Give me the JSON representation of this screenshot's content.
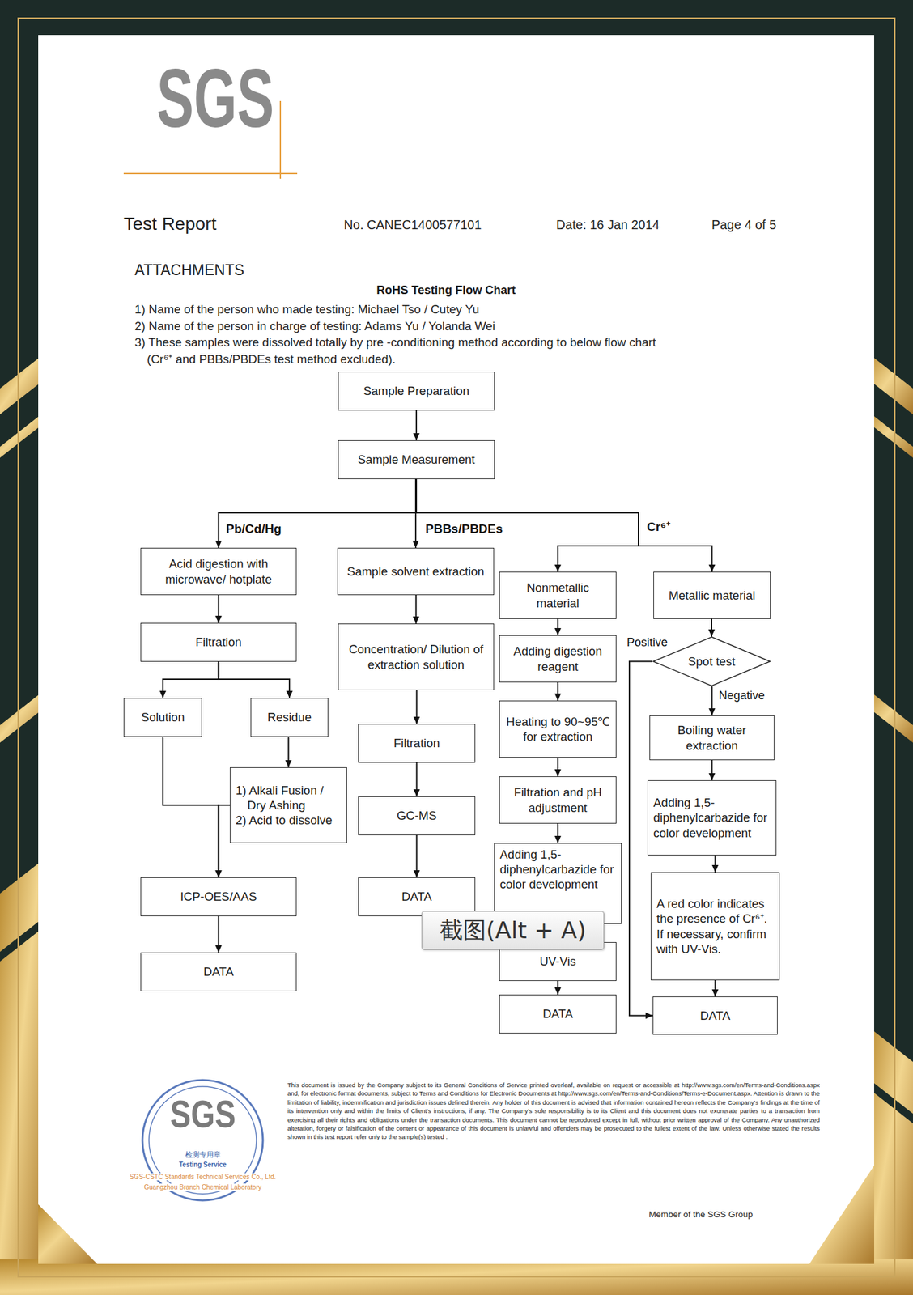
{
  "diagram": {
    "title": "RoHS Testing Flow Chart",
    "nodes": [
      {
        "text": [
          "Sample Preparation"
        ]
      },
      {
        "text": [
          "Sample Measurement"
        ]
      },
      {
        "text": [
          "Acid digestion with microwave/ hotplate"
        ]
      },
      {
        "text": [
          "Filtration"
        ]
      },
      {
        "text": [
          "Solution"
        ]
      },
      {
        "text": [
          "Residue"
        ]
      },
      {
        "text": [
          "1) Alkali Fusion / Dry Ashing",
          "2) Acid to dissolve"
        ]
      },
      {
        "text": [
          "ICP-OES/AAS"
        ]
      },
      {
        "text": [
          "DATA"
        ]
      },
      {
        "text": [
          "Sample solvent extraction"
        ]
      },
      {
        "text": [
          "Concentration/ Dilution of extraction solution"
        ]
      },
      {
        "text": [
          "Filtration"
        ]
      },
      {
        "text": [
          "GC-MS"
        ]
      },
      {
        "text": [
          "DATA"
        ]
      },
      {
        "text": [
          "Nonmetallic material"
        ]
      },
      {
        "text": [
          "Adding digestion reagent"
        ]
      },
      {
        "text": [
          "Heating to 90~95℃ for extraction"
        ]
      },
      {
        "text": [
          "Filtration and pH adjustment"
        ]
      },
      {
        "text": [
          "Adding 1,5-diphenylcarbazide for color development"
        ]
      },
      {
        "text": [
          "UV-Vis"
        ]
      },
      {
        "text": [
          "DATA"
        ]
      },
      {
        "text": [
          "Metallic material"
        ]
      },
      {
        "text": [
          "Spot test"
        ]
      },
      {
        "text": [
          "Boiling water extraction"
        ]
      },
      {
        "text": [
          "Adding 1,5-diphenylcarbazide for color development"
        ]
      },
      {
        "text": [
          "A red color indicates the presence of Cr⁶⁺. If necessary, confirm with UV-Vis."
        ]
      },
      {
        "text": [
          "DATA"
        ]
      }
    ],
    "edges": [
      {
        "from": 0,
        "to": 1,
        "arrow": "to"
      },
      {
        "from": 1,
        "to": 2,
        "arrow": "to",
        "label": "Pb/Cd/Hg"
      },
      {
        "from": 1,
        "to": 9,
        "arrow": "to",
        "label": "PBBs/PBDEs"
      },
      {
        "from": 1,
        "to": 14,
        "arrow": "to",
        "label": "Cr⁶⁺"
      },
      {
        "from": 1,
        "to": 21,
        "arrow": "to"
      },
      {
        "from": 2,
        "to": 3,
        "arrow": "to"
      },
      {
        "from": 3,
        "to": 4,
        "arrow": "to"
      },
      {
        "from": 3,
        "to": 5,
        "arrow": "to"
      },
      {
        "from": 4,
        "to": 7,
        "arrow": "to"
      },
      {
        "from": 5,
        "to": 6,
        "arrow": "to"
      },
      {
        "from": 6,
        "to": 7,
        "arrow": "to"
      },
      {
        "from": 7,
        "to": 8,
        "arrow": "to"
      },
      {
        "from": 9,
        "to": 10,
        "arrow": "to"
      },
      {
        "from": 10,
        "to": 11,
        "arrow": "to"
      },
      {
        "from": 11,
        "to": 12,
        "arrow": "to"
      },
      {
        "from": 12,
        "to": 13,
        "arrow": "to"
      },
      {
        "from": 14,
        "to": 15,
        "arrow": "to"
      },
      {
        "from": 15,
        "to": 16,
        "arrow": "to"
      },
      {
        "from": 16,
        "to": 17,
        "arrow": "to"
      },
      {
        "from": 17,
        "to": 18,
        "arrow": "to"
      },
      {
        "from": 18,
        "to": 19,
        "arrow": "to"
      },
      {
        "from": 19,
        "to": 20,
        "arrow": "to"
      },
      {
        "from": 21,
        "to": 22,
        "arrow": "to"
      },
      {
        "from": 22,
        "to": 23,
        "arrow": "to",
        "label": "Negative"
      },
      {
        "from": 22,
        "to": 26,
        "arrow": "to",
        "label": "Positive"
      },
      {
        "from": 23,
        "to": 24,
        "arrow": "to"
      },
      {
        "from": 24,
        "to": 25,
        "arrow": "to"
      },
      {
        "from": 25,
        "to": 26,
        "arrow": "to"
      }
    ],
    "labels": [
      "SGS",
      "Test Report",
      "No. CANEC1400577101",
      "Date: 16 Jan 2014",
      "Page 4 of 5",
      "ATTACHMENTS",
      "1) Name of the person who made testing: Michael Tso / Cutey Yu",
      "2) Name of the person in charge of testing: Adams Yu / Yolanda Wei",
      "3) These samples were dissolved totally by pre -conditioning method according to below flow chart (Cr⁶⁺ and PBBs/PBDEs test method excluded).",
      "截图(Alt + A)",
      "SGS",
      "检测专用章",
      "Testing Service",
      "SGS-CSTC Standards Technical Services Co., Ltd.",
      "Guangzhou Branch Chemical Laboratory",
      "This document is issued by the Company subject to its General Conditions of Service printed overleaf, available on request or accessible at http://www.sgs.com/en/Terms-and-Conditions.aspx and, for electronic format documents, subject to Terms and Conditions for Electronic Documents at http://www.sgs.com/en/Terms-and-Conditions/Terms-e-Document.aspx. Attention is drawn to the limitation of liability, indemnification and jurisdiction issues defined therein. Any holder of this document is advised that information contained hereon reflects the Company's findings at the time of its intervention only and within the limits of Client's instructions, if any. The Company's sole responsibility is to its Client and this document does not exonerate parties to a transaction from exercising all their rights and obligations under the transaction documents. This document cannot be reproduced except in full, without prior written approval of the Company. Any unauthorized alteration, forgery or falsification of the content or appearance of this document is unlawful and offenders may be prosecuted to the fullest extent of the law. Unless otherwise stated the results shown in this test report refer only to the sample(s) tested .",
      "Member of the SGS Group"
    ]
  }
}
